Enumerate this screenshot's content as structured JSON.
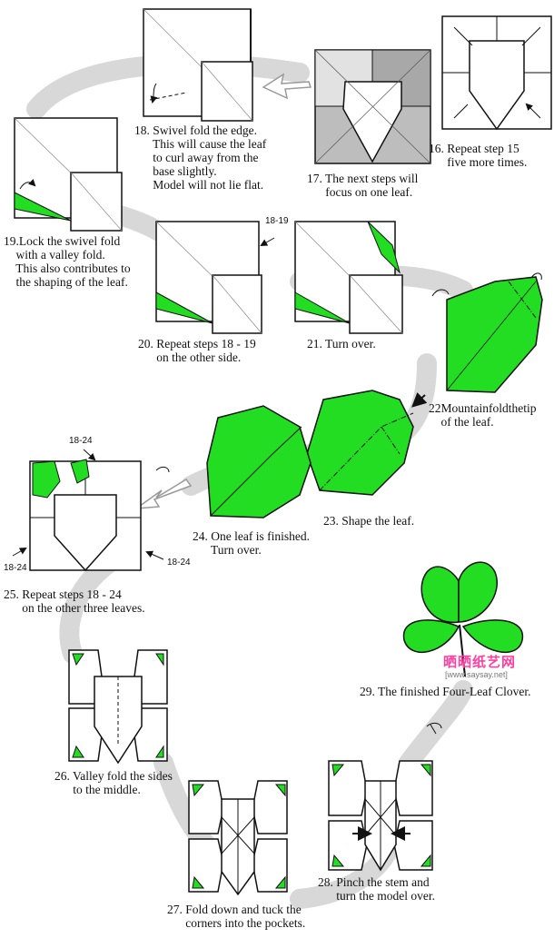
{
  "colors": {
    "paper_green": "#22dd22",
    "paper_white": "#ffffff",
    "shade_gray": "#c4c4c4",
    "path_gray": "#d6d6d6",
    "line": "#111111",
    "watermark_pink": "#ff3fa0",
    "watermark_green": "#38b83a"
  },
  "steps": {
    "s16": "16. Repeat step 15\n      five more times.",
    "s17": "17. The next steps will\n      focus on one leaf.",
    "s18": "18. Swivel fold the edge.\n      This will cause the leaf\n      to curl away from the\n      base slightly.\n      Model will not lie flat.",
    "s19": "19.Lock the swivel fold\n    with a valley fold.\n    This also contributes to\n    the shaping of the leaf.",
    "s20": "20. Repeat steps 18 - 19\n      on the other side.",
    "s21": "21. Turn over.",
    "s22": "22Mountainfoldthetip\n    of the leaf.",
    "s23": "23. Shape the leaf.",
    "s24": "24. One leaf is finished.\n      Turn over.",
    "s25": "25. Repeat steps 18 - 24\n      on the other three leaves.",
    "s26": "26. Valley fold the sides\n      to the middle.",
    "s27": "27. Fold down and tuck the\n      corners into the pockets.",
    "s28": "28. Pinch the stem and\n      turn the model over.",
    "s29": "29. The finished Four-Leaf Clover."
  },
  "refs": {
    "r1819": "18-19",
    "r1824_top": "18-24",
    "r1824_left": "18-24",
    "r1824_right": "18-24"
  },
  "watermark": {
    "site_cn": "晒晒纸艺网",
    "url": "[www.saysay.net]"
  }
}
